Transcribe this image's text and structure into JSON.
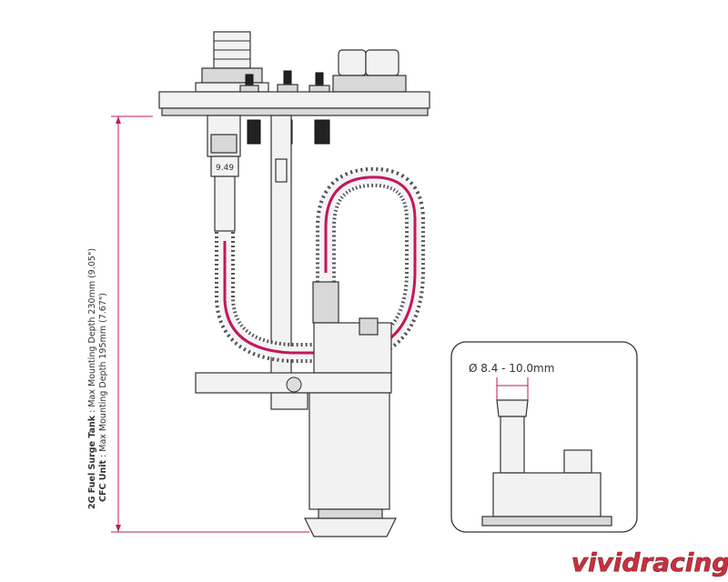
{
  "dimension_label": {
    "line1_bold": "2G Fuel Surge Tank",
    "line1_rest": " : Max Mounting Depth 230mm (9.05\")",
    "line2_bold": "CFC Unit",
    "line2_rest": " : Max Mounting Depth 195mm (7.67\")"
  },
  "fitting_label": "9.49",
  "inset": {
    "diameter_label": "Ø 8.4 - 10.0mm"
  },
  "logo_text": "vividracing",
  "colors": {
    "hose_line": "#c2185b",
    "dimension_line": "#c2185b",
    "logo": "#c9303d"
  }
}
